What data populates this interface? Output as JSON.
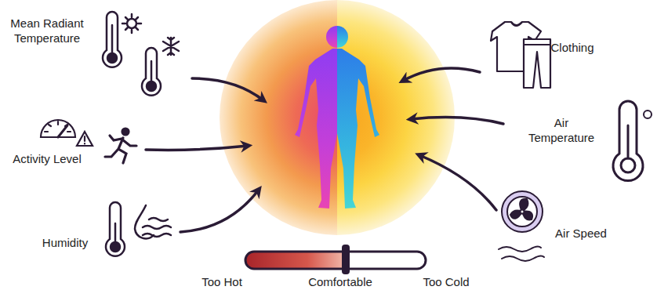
{
  "diagram": {
    "labels": [
      "Mean Radiant Temperature",
      "Clothing",
      "Activity Level",
      "Air Temperature",
      "Humidity",
      "Air Speed",
      "Too Hot",
      "Comfortable",
      "Too Cold"
    ]
  }
}
